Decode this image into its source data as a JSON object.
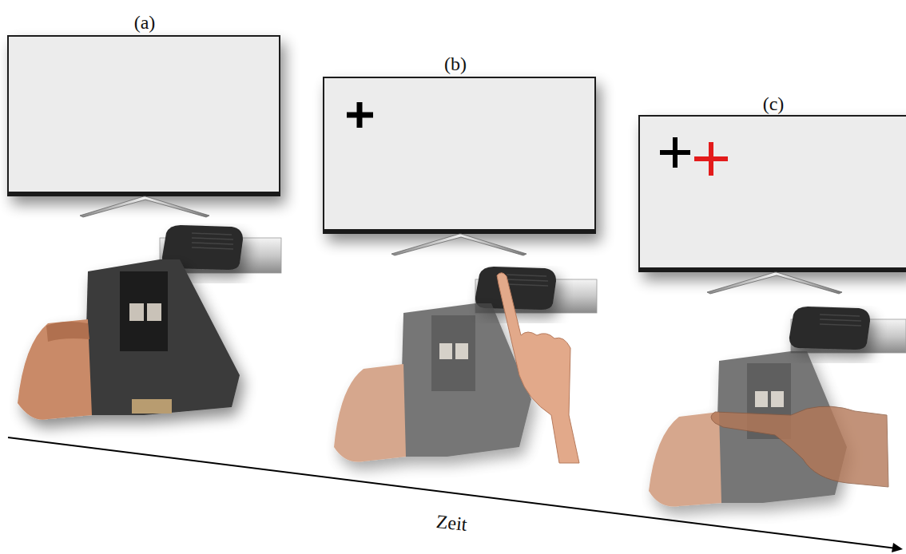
{
  "diagram": {
    "labels": [
      "(a)",
      "(b)",
      "(c)",
      "Zeit"
    ]
  }
}
